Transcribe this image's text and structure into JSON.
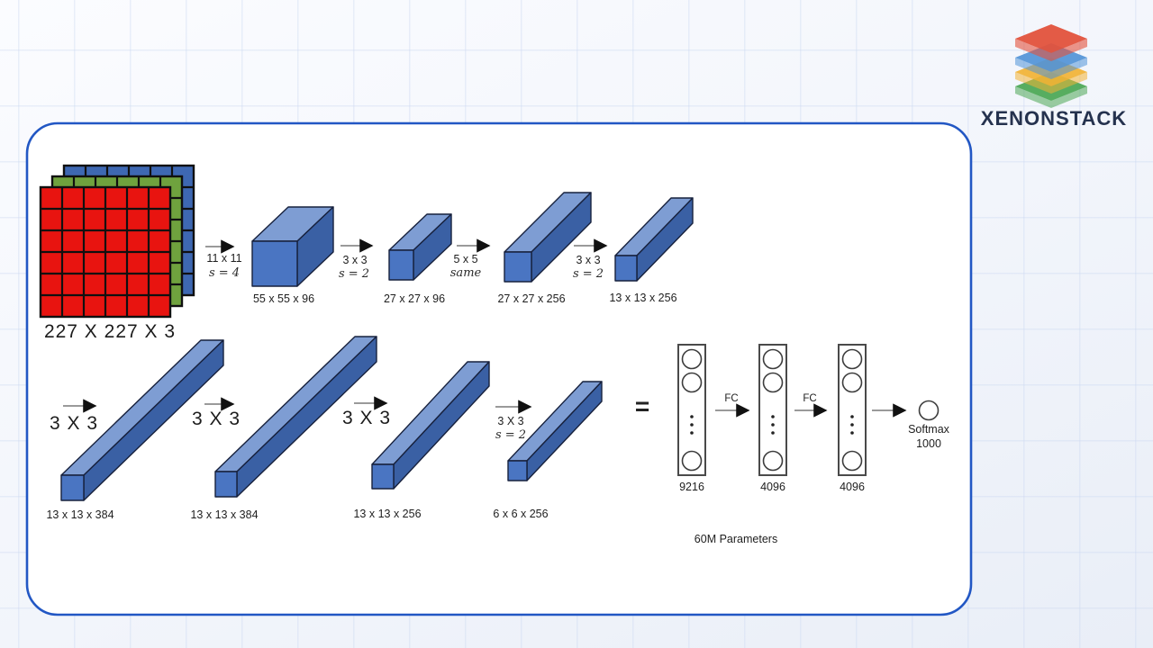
{
  "brand": {
    "name": "XENONSTACK"
  },
  "diagram": {
    "input": {
      "label": "227 X 227 X 3"
    },
    "row1": {
      "arrow1": {
        "l1": "11 x 11",
        "l2": "s = 4"
      },
      "box1": "55 x 55 x 96",
      "arrow2": {
        "l1": "3 x 3",
        "l2": "s = 2"
      },
      "box2": "27 x 27 x 96",
      "arrow3": {
        "l1": "5 x 5",
        "l2": "same"
      },
      "box3": "27 x 27 x 256",
      "arrow4": {
        "l1": "3 x 3",
        "l2": "s = 2"
      },
      "box4": "13 x 13 x 256"
    },
    "row2": {
      "arrow1": "3 X 3",
      "box1": "13 x 13 x 384",
      "arrow2": "3 X 3",
      "box2": "13 x 13 x 384",
      "arrow3": "3 X 3",
      "box3": "13 x 13 x 256",
      "arrow4": {
        "l1": "3 X 3",
        "l2": "s = 2"
      },
      "box4": "6 x 6 x 256"
    },
    "equals": "=",
    "fc": {
      "label": "FC",
      "col1": "9216",
      "col2": "4096",
      "col3": "4096",
      "softmax_l1": "Softmax",
      "softmax_l2": "1000"
    },
    "footnote": "60M Parameters"
  },
  "colors": {
    "card_border": "#2257c4",
    "box_front": "#4a75c2",
    "box_top": "#7e9dd3",
    "box_side": "#3a60a4",
    "input_red": "#e81410",
    "input_green": "#6fa23e",
    "input_blue": "#3e68b2",
    "logo_red": "#e2523c",
    "logo_blue": "#5193d7",
    "logo_yellow": "#f2b234",
    "logo_green": "#4aa653"
  }
}
